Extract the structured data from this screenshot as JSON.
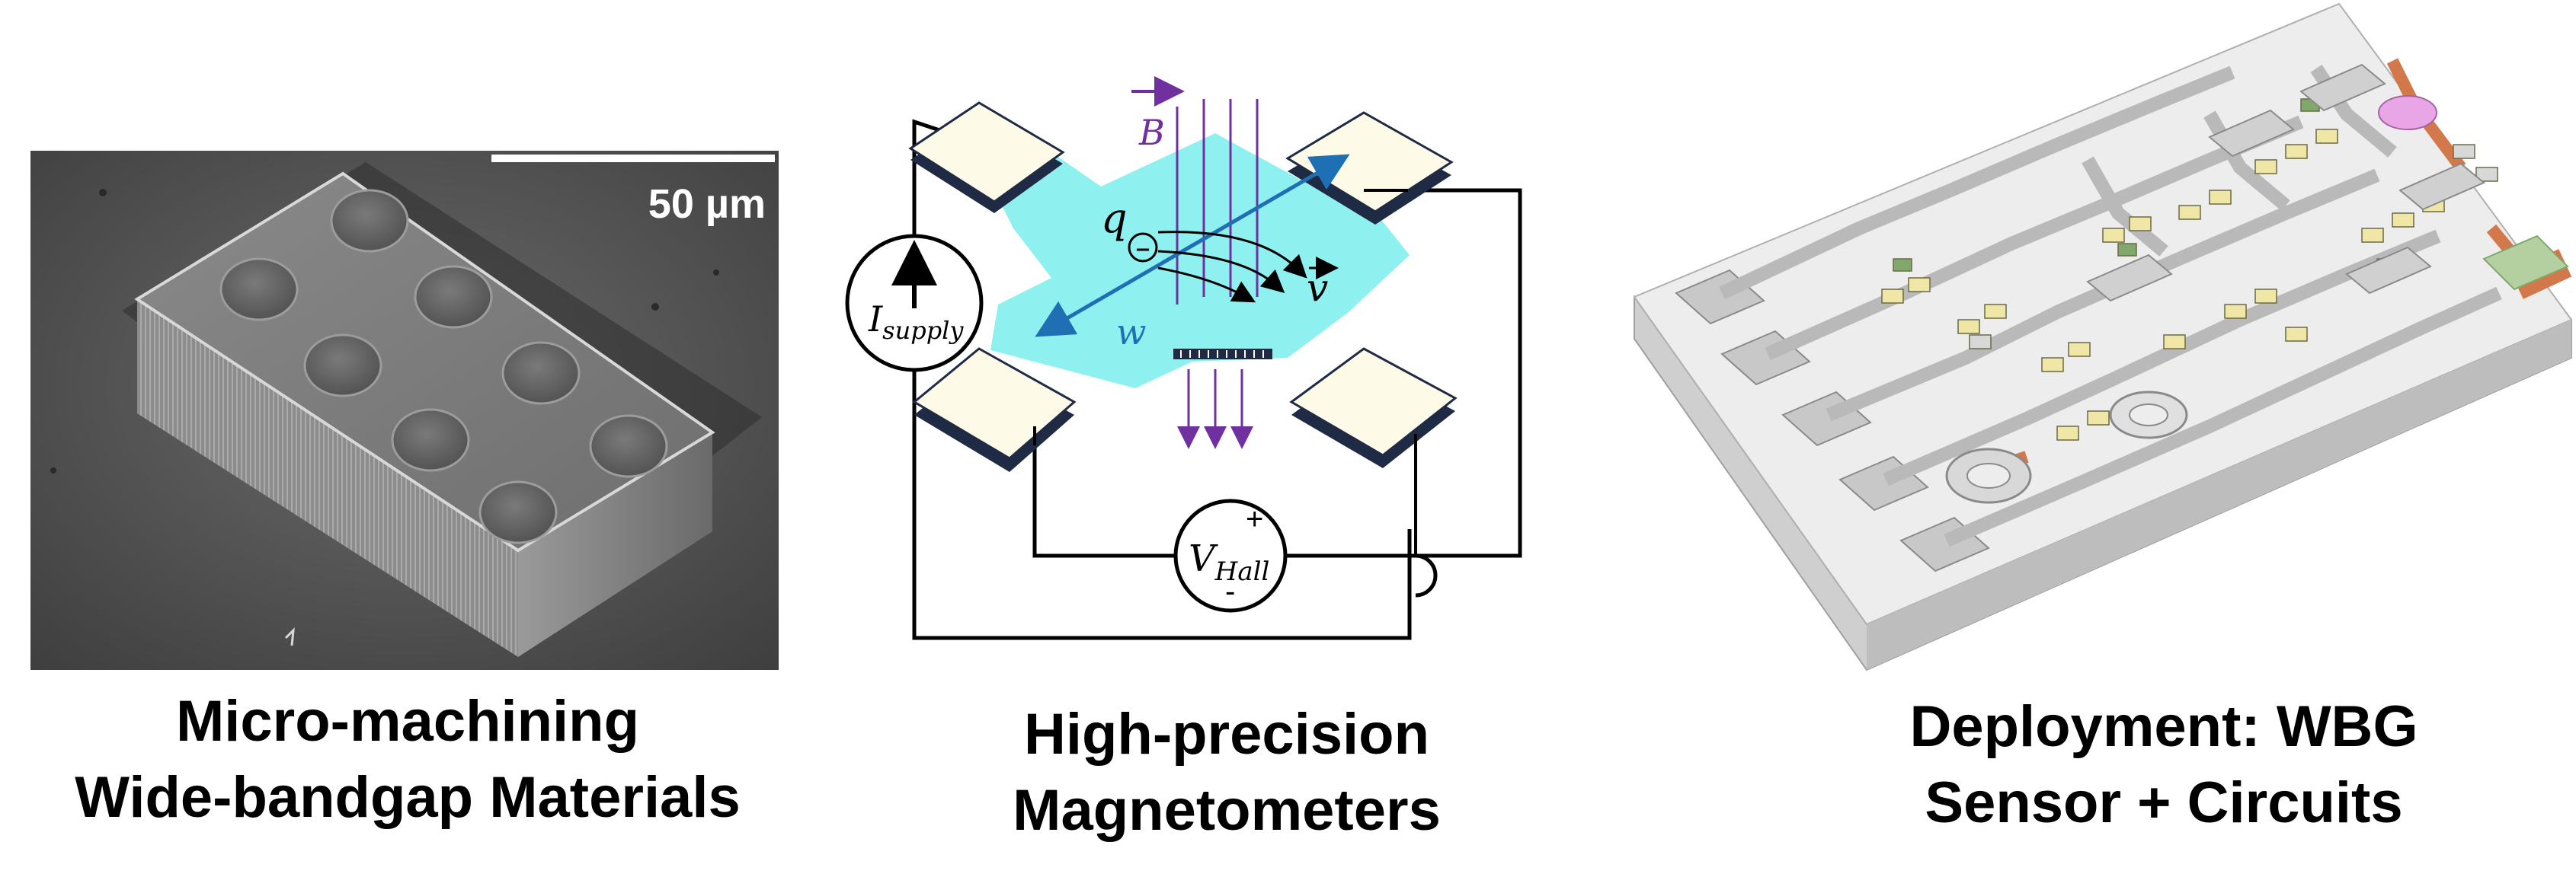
{
  "panels": [
    {
      "caption_line1": "Micro-machining",
      "caption_line2": "Wide-bandgap Materials",
      "scale_bar_label": "50 µm"
    },
    {
      "caption_line1": "High-precision",
      "caption_line2": "Magnetometers",
      "labels": {
        "b_field": "B",
        "charge": "q",
        "width": "w",
        "velocity": "v",
        "supply_current": "I",
        "supply_current_sub": "supply",
        "hall_voltage": "V",
        "hall_voltage_sub": "Hall",
        "plus": "+",
        "minus": "-"
      },
      "colors": {
        "channel": "#8ff0f0",
        "field": "#7030a0",
        "vector": "#1f6fb5",
        "pad": "#fdfbe8",
        "pad_edge": "#1f2a44"
      }
    },
    {
      "caption_line1": "Deployment: WBG",
      "caption_line2": "Sensor + Circuits",
      "colors": {
        "copper": "#d2784a",
        "pad": "#c8c8c8",
        "chip": "#e8e8e8",
        "accent": "#e9a6e6",
        "component": "#f0e6a6",
        "green": "#7fa86a"
      }
    }
  ]
}
